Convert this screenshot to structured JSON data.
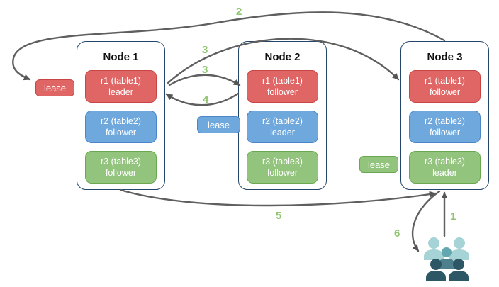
{
  "nodes": [
    {
      "title": "Node 1",
      "replicas": [
        {
          "name": "r1 (table1)",
          "role": "leader"
        },
        {
          "name": "r2 (table2)",
          "role": "follower"
        },
        {
          "name": "r3 (table3)",
          "role": "follower"
        }
      ]
    },
    {
      "title": "Node 2",
      "replicas": [
        {
          "name": "r1 (table1)",
          "role": "follower"
        },
        {
          "name": "r2 (table2)",
          "role": "leader"
        },
        {
          "name": "r3 (table3)",
          "role": "follower"
        }
      ]
    },
    {
      "title": "Node 3",
      "replicas": [
        {
          "name": "r1 (table1)",
          "role": "follower"
        },
        {
          "name": "r2 (table2)",
          "role": "follower"
        },
        {
          "name": "r3 (table3)",
          "role": "leader"
        }
      ]
    }
  ],
  "leases": {
    "red": "lease",
    "blue": "lease",
    "green": "lease"
  },
  "steps": {
    "s1": "1",
    "s2": "2",
    "s3a": "3",
    "s3b": "3",
    "s4": "4",
    "s5": "5",
    "s6": "6"
  },
  "colors": {
    "replica_red": "#e06666",
    "replica_blue": "#6fa8dc",
    "replica_green": "#93c47d",
    "red_border": "#c94444",
    "blue_border": "#4a86c8",
    "green_border": "#6aa84f",
    "node_border": "#24466b",
    "arrow": "#5f5f5f",
    "step_label": "#90c470",
    "users_light": "#a5d3d6",
    "users_medium": "#63a7b0",
    "users_dark": "#2e5766"
  },
  "icons": {
    "users": "users-icon"
  }
}
